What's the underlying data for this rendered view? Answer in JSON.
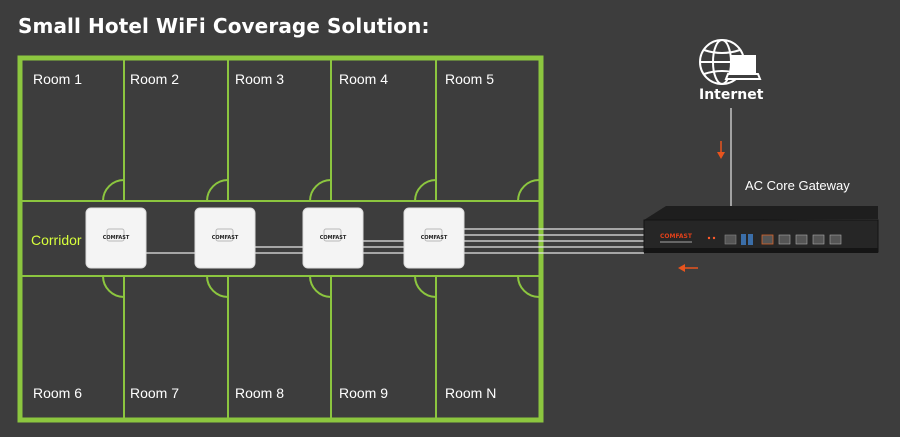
{
  "title": "Small Hotel WiFi Coverage Solution:",
  "rooms_top": [
    "Room 1",
    "Room 2",
    "Room 3",
    "Room 4",
    "Room 5"
  ],
  "rooms_bottom": [
    "Room 6",
    "Room 7",
    "Room 8",
    "Room 9",
    "Room N"
  ],
  "corridor_label": "Corridor",
  "internet_label": "Internet",
  "gateway_label": "AC Core Gateway",
  "ap_brand": "COMFAST",
  "gateway_brand": "COMFAST",
  "colors": {
    "background": "#3d3d3d",
    "walls": "#8cc63f",
    "corridor_text": "#d8ff3c",
    "arrow": "#e8541e",
    "cable": "#e6e6e6"
  },
  "icons": [
    "globe-laptop-icon",
    "access-point-device",
    "gateway-device"
  ]
}
